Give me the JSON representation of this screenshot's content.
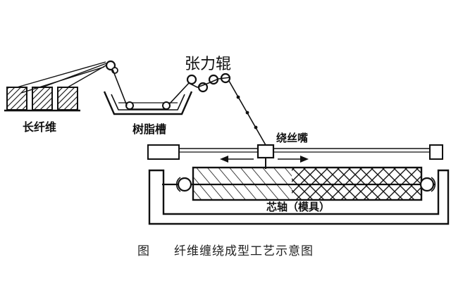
{
  "labels": {
    "tension_roller": "张力辊",
    "long_fiber": "长纤维",
    "resin_tank": "树脂槽",
    "winding_nozzle": "绕丝嘴",
    "mandrel": "芯轴（模具）"
  },
  "caption": {
    "figure": "图",
    "title": "纤维缠绕成型工艺示意图"
  }
}
